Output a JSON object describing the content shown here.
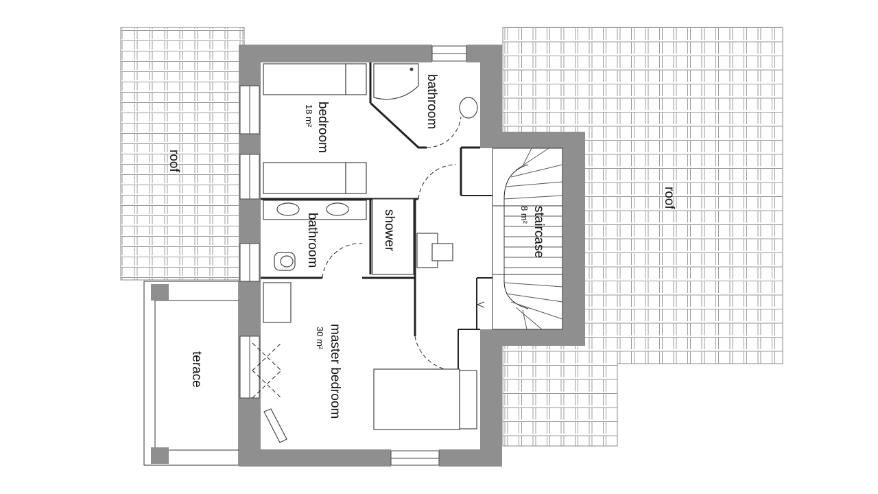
{
  "labels": {
    "roof_left": "roof",
    "roof_right": "roof",
    "terace": "terace",
    "bedroom": "bedroom",
    "bedroom_area": "18 m²",
    "bathroom_top": "bathroom",
    "bathroom_mid": "bathroom",
    "shower": "shower",
    "staircase": "staircase",
    "staircase_area": "8 m²",
    "master_bedroom": "master bedroom",
    "master_bedroom_area": "30 m²"
  },
  "colors": {
    "wall": "#8f8f8f",
    "line": "#222222",
    "background": "#ffffff"
  }
}
